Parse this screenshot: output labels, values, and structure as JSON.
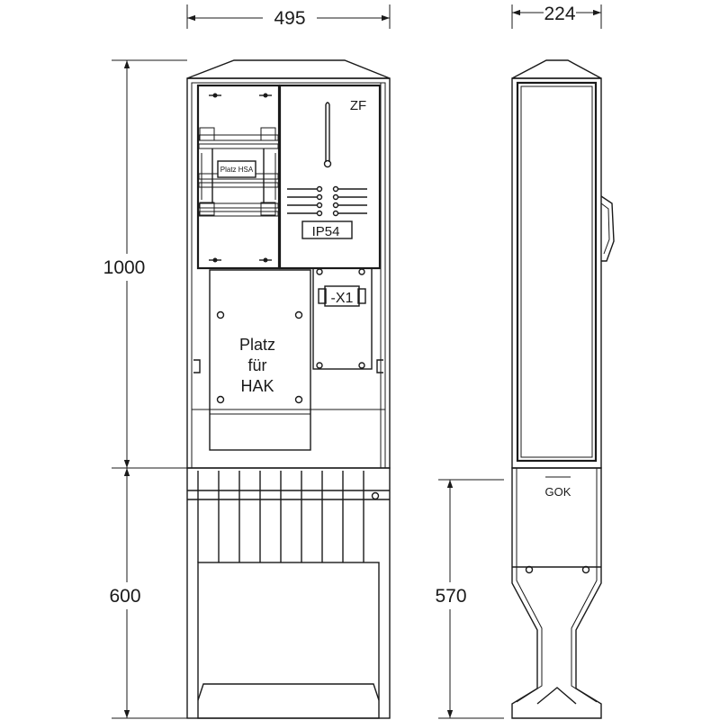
{
  "dimensions": {
    "width": "495",
    "depth": "224",
    "height_above_ground": "1000",
    "height_below_ground": "600",
    "depth_below_ground": "570"
  },
  "labels": {
    "zf": "ZF",
    "platz_hsa": "Platz HSA",
    "ip54": "IP54",
    "x1": "-X1",
    "platz_hak_line1": "Platz",
    "platz_hak_line2": "für",
    "platz_hak_line3": "HAK",
    "gok": "GOK"
  },
  "colors": {
    "ink": "#1a1a1a",
    "background": "#ffffff"
  }
}
